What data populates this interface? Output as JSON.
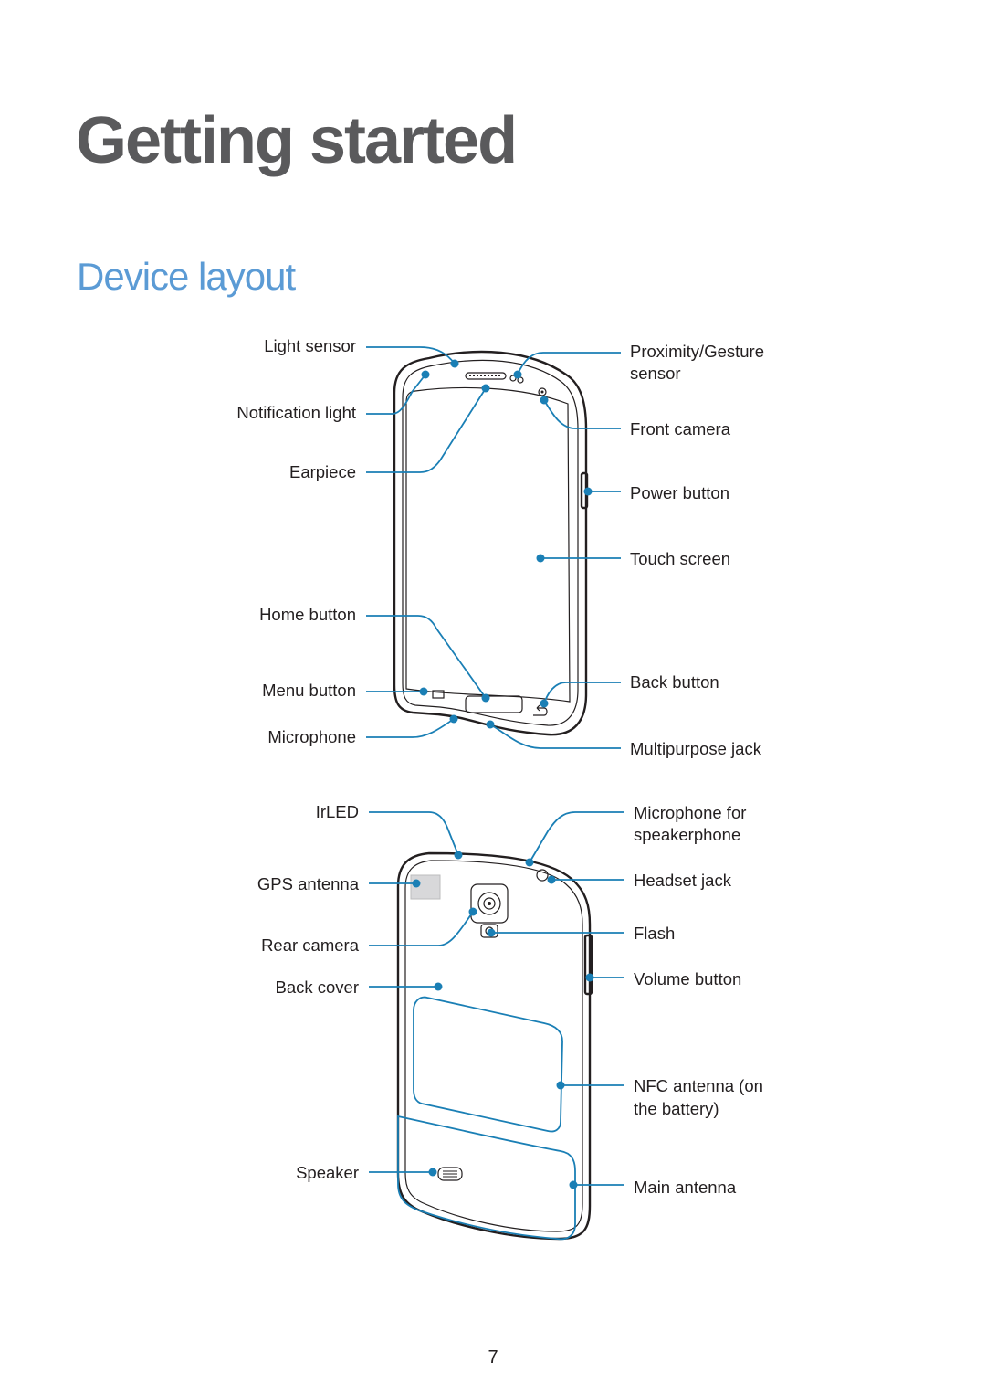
{
  "page": {
    "title": "Getting started",
    "section": "Device layout",
    "page_number": "7"
  },
  "front": {
    "left_labels": {
      "light_sensor": "Light sensor",
      "notification_light": "Notification light",
      "earpiece": "Earpiece",
      "home_button": "Home button",
      "menu_button": "Menu button",
      "microphone": "Microphone"
    },
    "right_labels": {
      "proximity_line1": "Proximity/Gesture",
      "proximity_line2": "sensor",
      "front_camera": "Front camera",
      "power_button": "Power button",
      "touch_screen": "Touch screen",
      "back_button": "Back button",
      "multipurpose_jack": "Multipurpose jack"
    }
  },
  "back": {
    "left_labels": {
      "irled": "IrLED",
      "gps_antenna": "GPS antenna",
      "rear_camera": "Rear camera",
      "back_cover": "Back cover",
      "speaker": "Speaker"
    },
    "right_labels": {
      "mic_speakerphone_line1": "Microphone for",
      "mic_speakerphone_line2": "speakerphone",
      "headset_jack": "Headset jack",
      "flash": "Flash",
      "volume_button": "Volume button",
      "nfc_line1": "NFC antenna (on",
      "nfc_line2": "the battery)",
      "main_antenna": "Main antenna"
    }
  },
  "colors": {
    "title": "#5a5a5c",
    "section": "#5b9bd5",
    "leader": "#1a7fb5",
    "outline": "#231f20"
  }
}
